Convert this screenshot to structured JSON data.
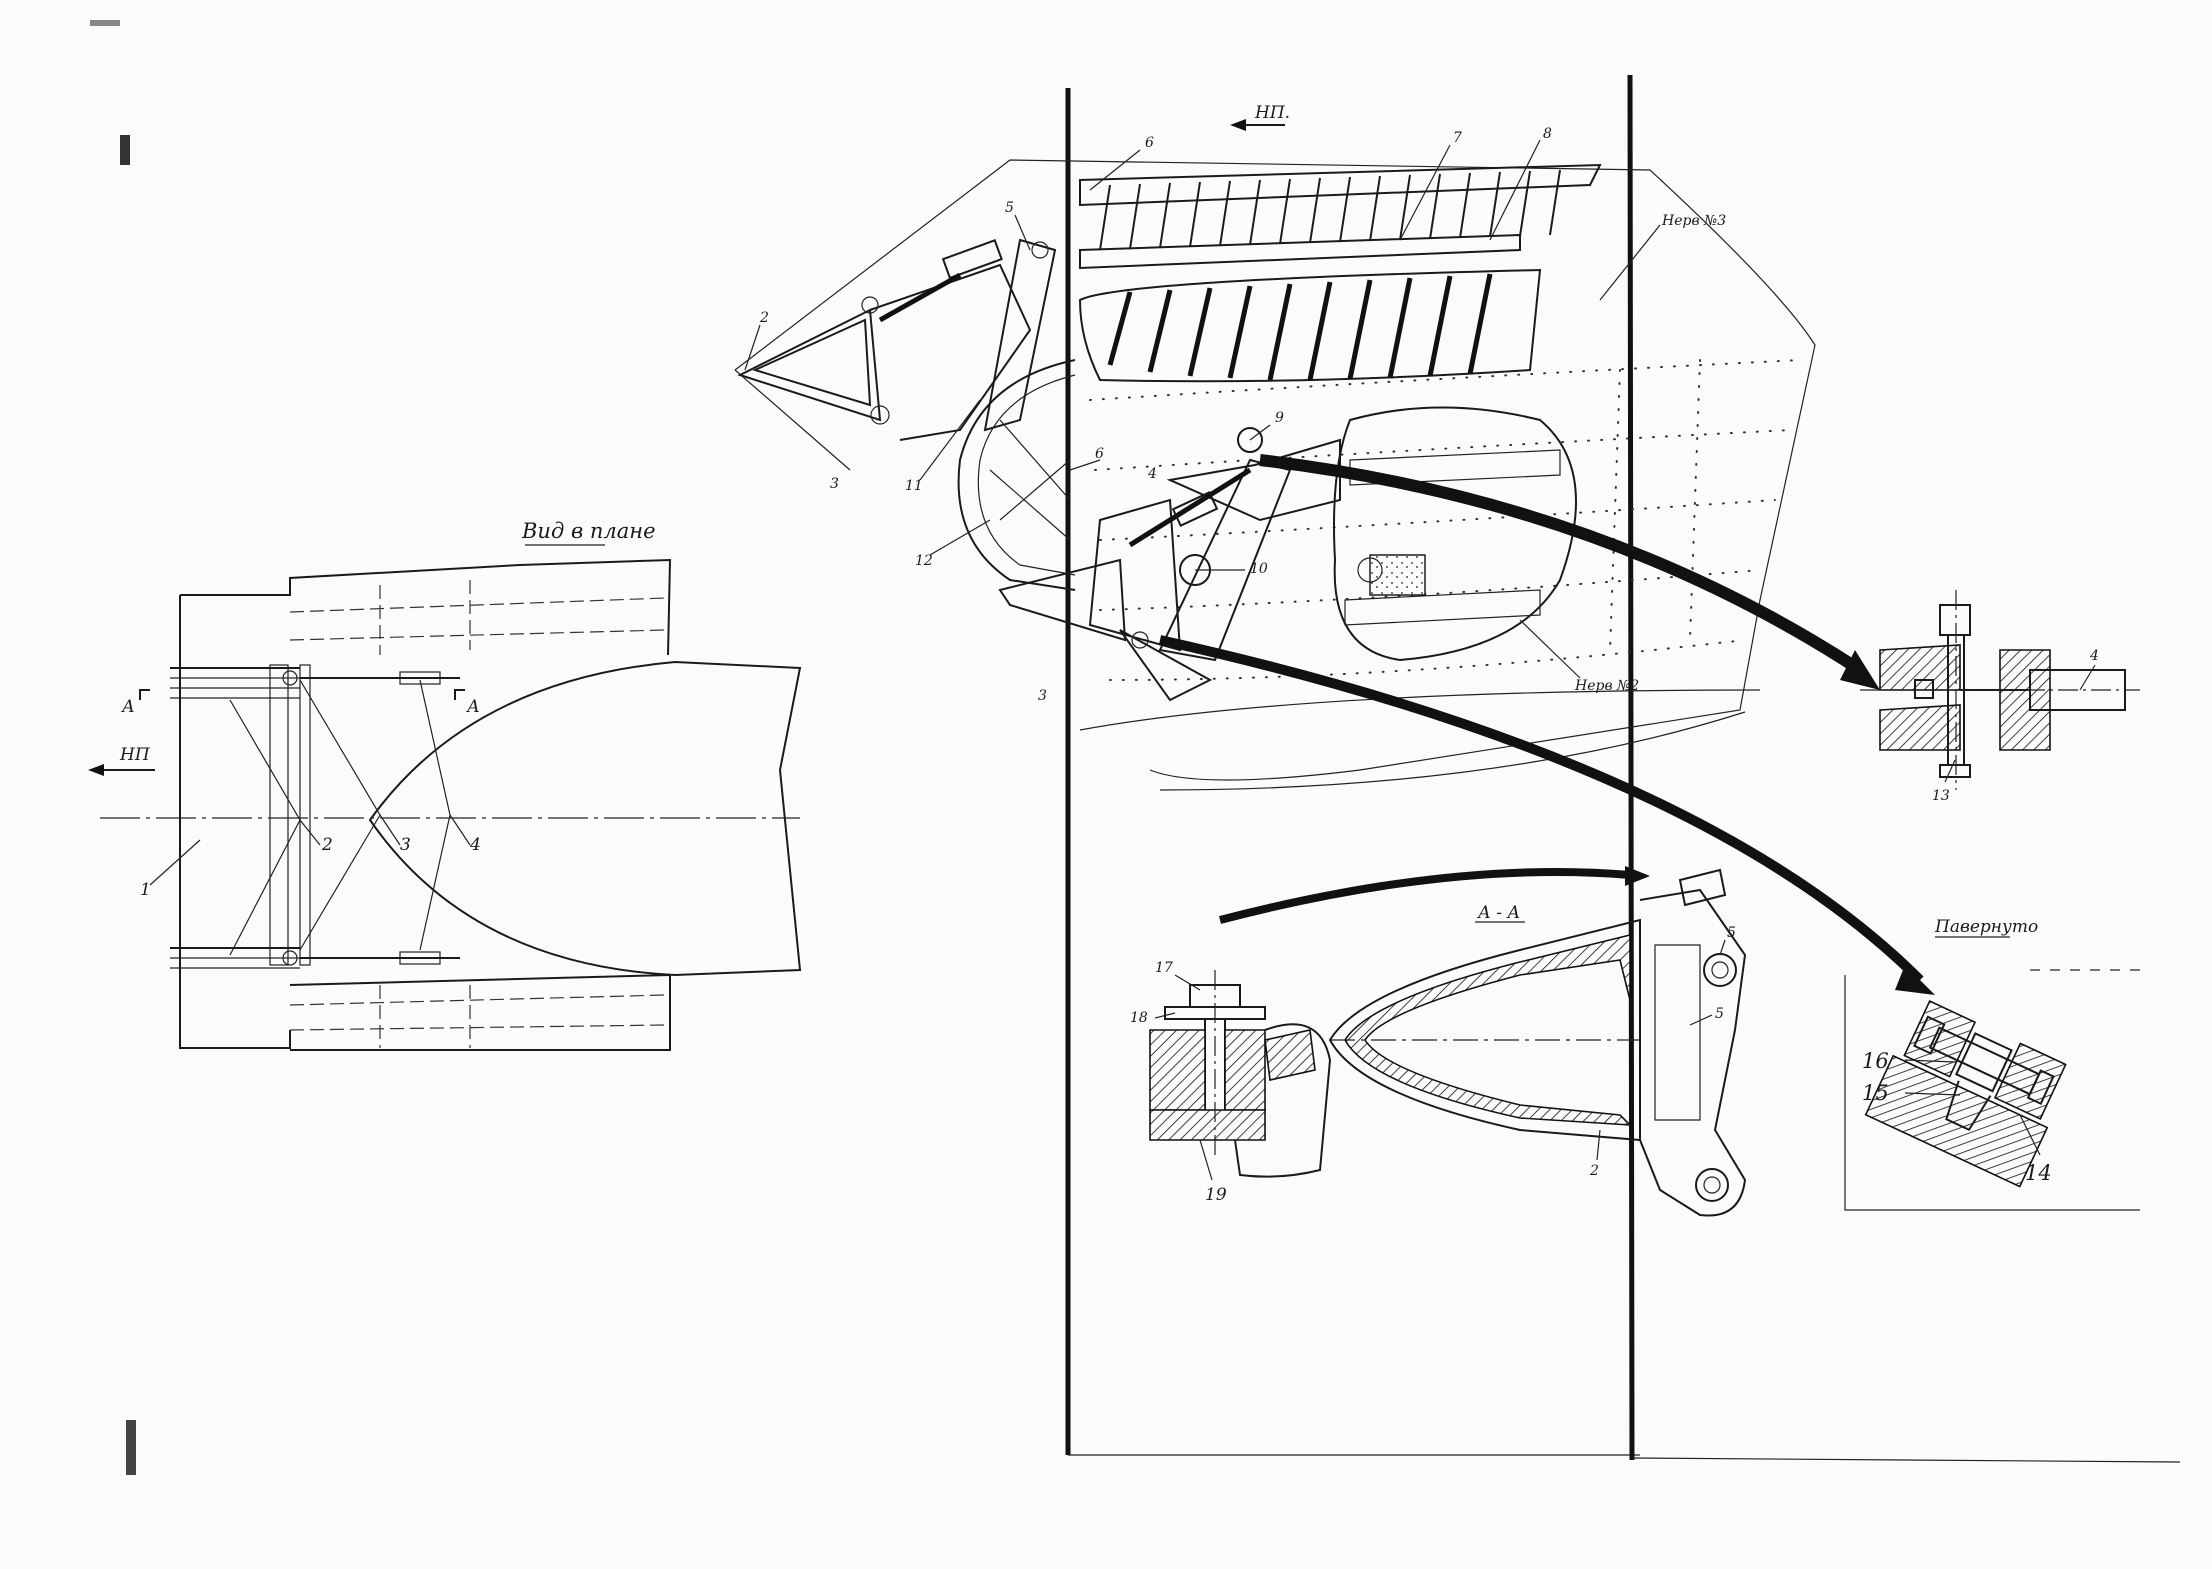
{
  "labels": {
    "plan_view_title": "Вид в плане",
    "plan_flight_dir": "НП",
    "plan_section_left": "А",
    "plan_section_right": "А",
    "plan_num_1": "1",
    "plan_num_2": "2",
    "plan_num_3": "3",
    "plan_num_4": "4",
    "main_flight_dir": "НП.",
    "rib_3": "Нерв №3",
    "rib_2": "Нерв №2",
    "main_num_2": "2",
    "main_num_3a": "3",
    "main_num_3b": "3",
    "main_num_4": "4",
    "main_num_5": "5",
    "main_num_6a": "6",
    "main_num_6b": "6",
    "main_num_7": "7",
    "main_num_8": "8",
    "main_num_9": "9",
    "main_num_10": "10",
    "main_num_11": "11",
    "main_num_12": "12",
    "detail_num_4": "4",
    "detail_num_13": "13",
    "section_title": "А - А",
    "section_num_5a": "5",
    "section_num_5b": "5",
    "section_num_2": "2",
    "detail_num_17": "17",
    "detail_num_18": "18",
    "detail_num_19": "19",
    "rotated_title": "Павернуто",
    "detail_num_14": "14",
    "detail_num_15": "15",
    "detail_num_16": "16"
  }
}
